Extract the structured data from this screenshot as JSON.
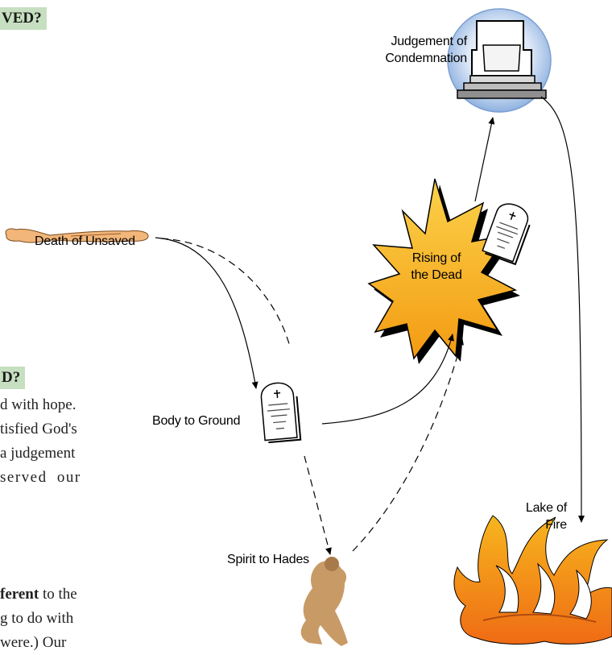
{
  "headings": {
    "top": "VED?",
    "middle": "D?"
  },
  "paragraph_1": [
    "d with hope.",
    "tisfied God's",
    "a judgement",
    "served our"
  ],
  "paragraph_2": {
    "line1_bold": "ferent",
    "line1_rest": " to the",
    "line2": "g to do with",
    "line3": "were.)  Our"
  },
  "diagram": {
    "labels": {
      "judgement": [
        "Judgement of",
        "Condemnation"
      ],
      "death": "Death of Unsaved",
      "rising": [
        "Rising of",
        "the Dead"
      ],
      "body": "Body to Ground",
      "spirit": "Spirit to Hades",
      "lake": [
        "Lake of",
        "Fire"
      ]
    }
  },
  "colors": {
    "heading_bg": "#c6dfc0",
    "body_figure": "#f2b67a",
    "explosion": "#f7b21a",
    "fire": "#f28a1a",
    "throne_glow": "#9fbfe6"
  }
}
